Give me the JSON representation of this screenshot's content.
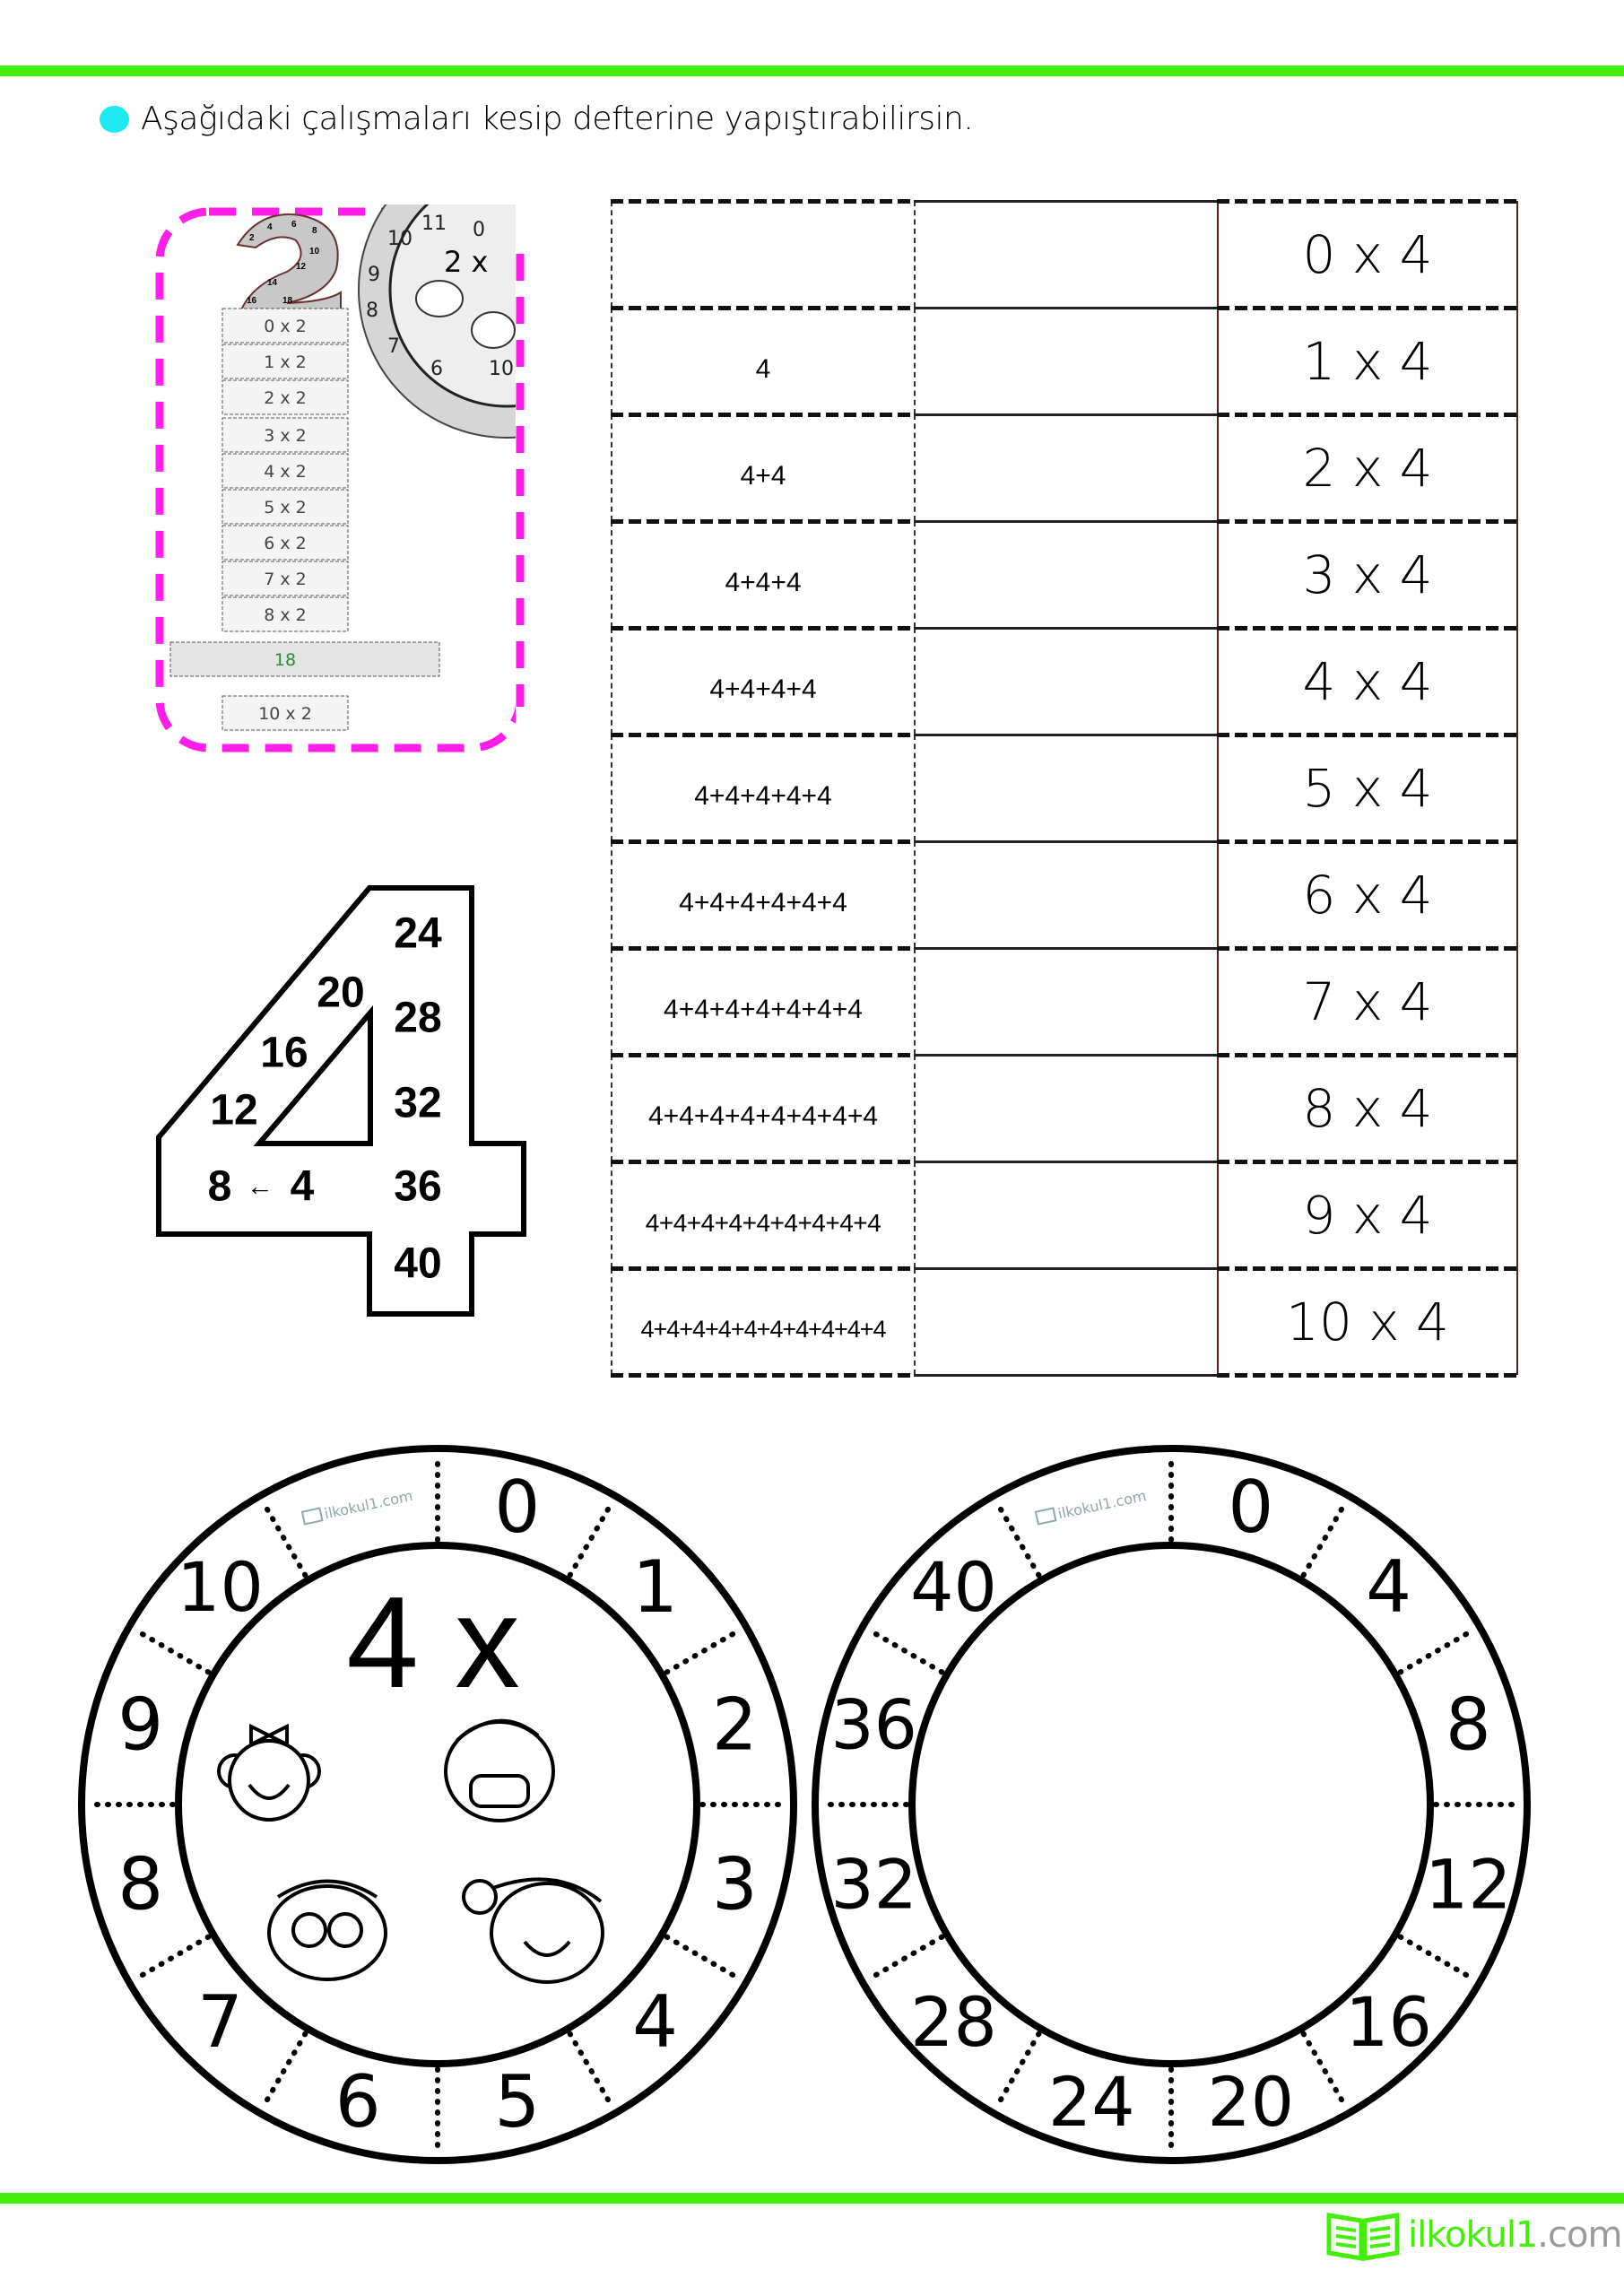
{
  "header": {
    "instruction": "Aşağıdaki çalışmaları kesip defterine yapıştırabilirsin.",
    "accent_color": "#44ee08",
    "bullet_color": "#1ee8f0"
  },
  "photo": {
    "frame_color": "#ff1ee8",
    "strips": [
      "0 x 2",
      "1 x 2",
      "2 x 2",
      "3 x 2",
      "4 x 2",
      "5 x 2",
      "6 x 2",
      "7 x 2",
      "8 x 2",
      "18",
      "10 x 2"
    ],
    "two_numbers": [
      "2",
      "4",
      "6",
      "8",
      "10",
      "12",
      "14",
      "16",
      "18"
    ],
    "wheel_label": "2 x",
    "wheel_numbers": [
      "11",
      "0",
      "10",
      "9",
      "8",
      "7",
      "6",
      "10"
    ]
  },
  "four_shape": {
    "numbers": [
      "24",
      "20",
      "28",
      "16",
      "12",
      "32",
      "36",
      "40"
    ],
    "arrow_left": "8",
    "arrow": "←",
    "arrow_right": "4"
  },
  "table": {
    "rows": [
      {
        "sum": "",
        "blank": "",
        "product": "0 x 4"
      },
      {
        "sum": "4",
        "blank": "",
        "product": "1 x 4"
      },
      {
        "sum": "4+4",
        "blank": "",
        "product": "2 x 4"
      },
      {
        "sum": "4+4+4",
        "blank": "",
        "product": "3 x 4"
      },
      {
        "sum": "4+4+4+4",
        "blank": "",
        "product": "4 x 4"
      },
      {
        "sum": "4+4+4+4+4",
        "blank": "",
        "product": "5 x 4"
      },
      {
        "sum": "4+4+4+4+4+4",
        "blank": "",
        "product": "6 x 4"
      },
      {
        "sum": "4+4+4+4+4+4+4",
        "blank": "",
        "product": "7 x 4"
      },
      {
        "sum": "4+4+4+4+4+4+4+4",
        "blank": "",
        "product": "8 x 4"
      },
      {
        "sum": "4+4+4+4+4+4+4+4+4",
        "blank": "",
        "product": "9 x 4"
      },
      {
        "sum": "4+4+4+4+4+4+4+4+4+4",
        "blank": "",
        "product": "10 x 4"
      }
    ]
  },
  "wheels": {
    "left": {
      "center_label": "4 x",
      "numbers": [
        "0",
        "1",
        "2",
        "3",
        "4",
        "5",
        "6",
        "7",
        "8",
        "9",
        "10"
      ],
      "watermark": "ilkokul1.com"
    },
    "right": {
      "numbers": [
        "0",
        "4",
        "8",
        "12",
        "16",
        "20",
        "24",
        "28",
        "32",
        "36",
        "40"
      ],
      "watermark": "ilkokul1.com"
    }
  },
  "footer": {
    "logo_main": "ilkokul",
    "logo_one": "1",
    "logo_domain": ".com"
  }
}
